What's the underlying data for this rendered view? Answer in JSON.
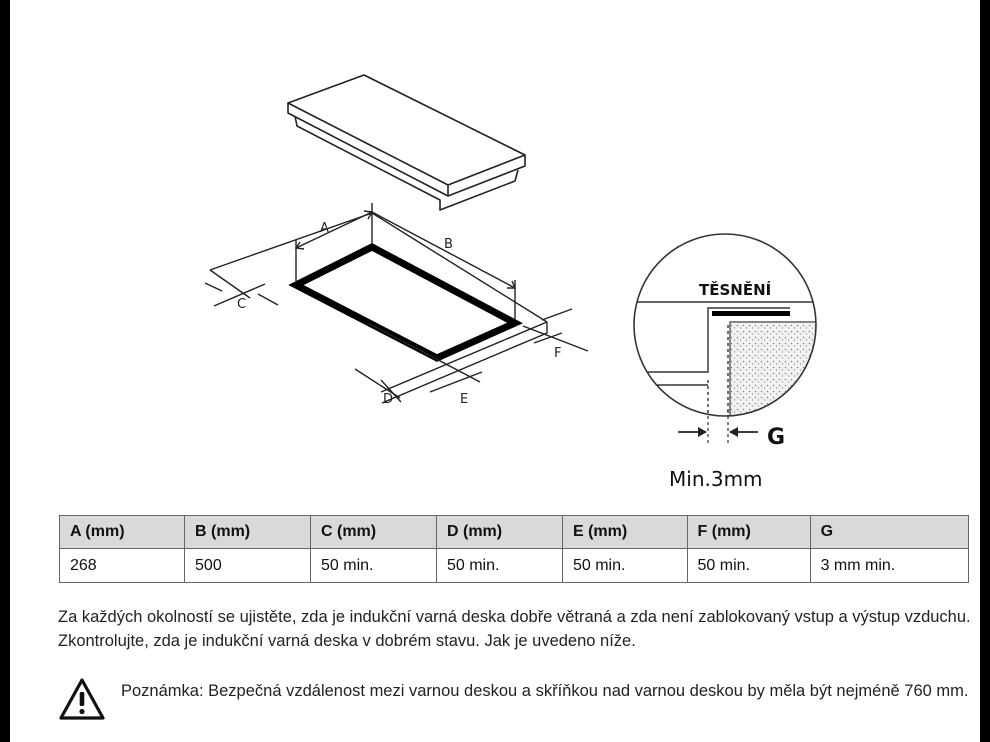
{
  "diagram": {
    "labels": {
      "a": "A",
      "b": "B",
      "c": "C",
      "d": "D",
      "e": "E",
      "f": "F",
      "g": "G",
      "seal": "TĚSNĚNÍ",
      "min_gap": "Min.3mm"
    },
    "icons": [
      "hob-drawing",
      "cutout-drawing",
      "seal-detail-icon"
    ]
  },
  "table": {
    "headers": [
      "A (mm)",
      "B (mm)",
      "C (mm)",
      "D (mm)",
      "E (mm)",
      "F (mm)",
      "G"
    ],
    "values": [
      "268",
      "500",
      "50 min.",
      "50 min.",
      "50 min.",
      "50 min.",
      "3 mm min."
    ]
  },
  "paragraph": "Za každých okolností se ujistěte, zda je indukční varná deska dobře větraná a zda není zablokovaný vstup a výstup vzduchu. Zkontrolujte, zda je indukční varná deska v dobrém stavu. Jak je uvedeno níže.",
  "note": {
    "icon": "warning-icon",
    "text": "Poznámka: Bezpečná vzdálenost mezi varnou deskou a skříňkou nad varnou deskou by měla být nejméně 760 mm."
  }
}
